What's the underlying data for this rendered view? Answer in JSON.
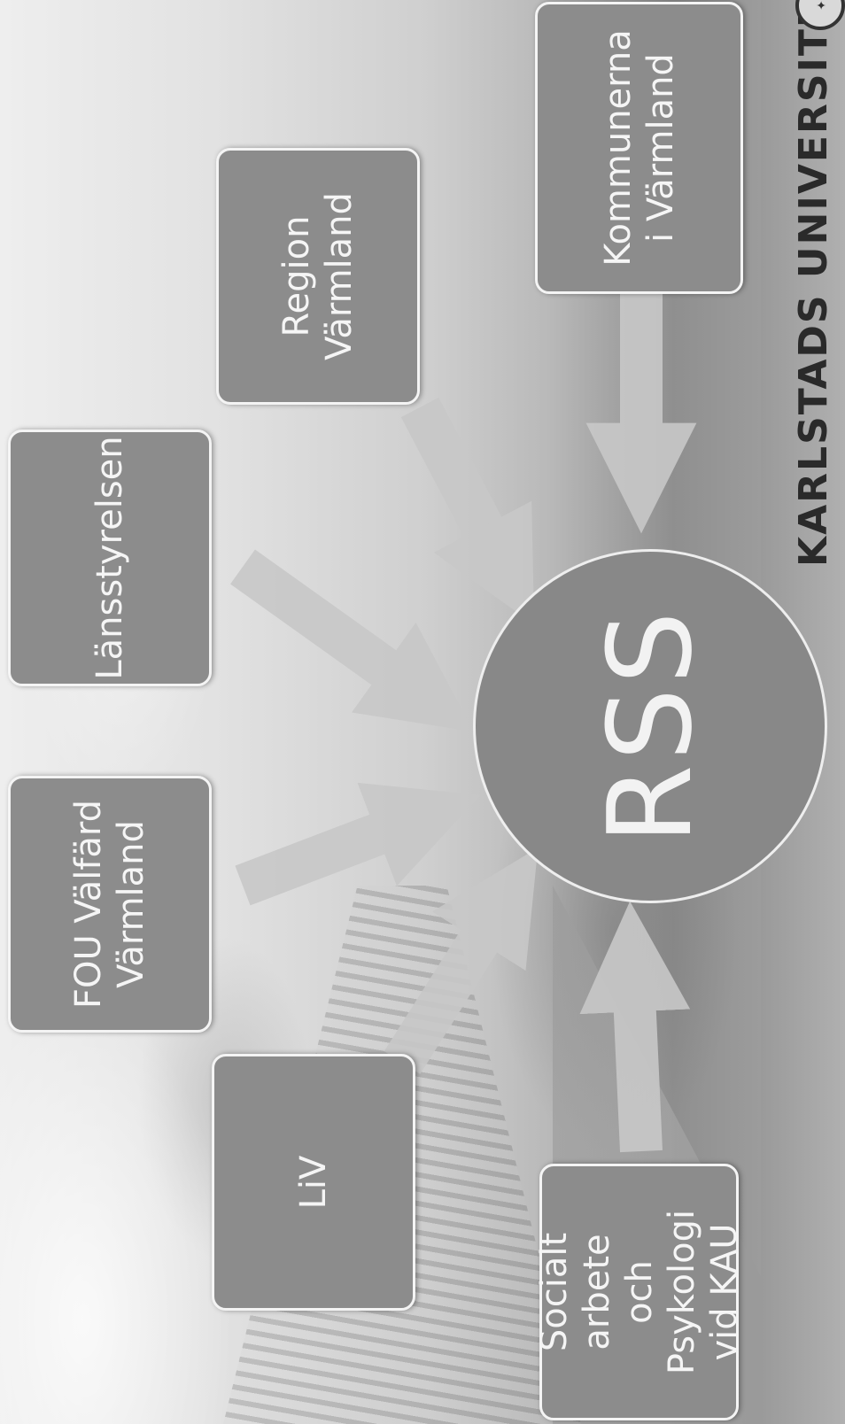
{
  "diagram": {
    "center": {
      "label": "RSS"
    },
    "nodes": [
      {
        "id": "socialt",
        "label": "Socialt arbete\noch Psykologi\nvid KAU"
      },
      {
        "id": "liv",
        "label": "LiV"
      },
      {
        "id": "fou",
        "label": "FOU Välfärd\nVärmland"
      },
      {
        "id": "lansstyrelsen",
        "label": "Länsstyrelsen"
      },
      {
        "id": "region",
        "label": "Region\nVärmland"
      },
      {
        "id": "kommunerna",
        "label": "Kommunerna\ni Värmland"
      }
    ]
  },
  "footer": {
    "university_name": "KARLSTADS UNIVERSITET"
  },
  "colors": {
    "box": "#8c8c8c",
    "arrow": "#c8c8c8",
    "hub": "#888888"
  }
}
